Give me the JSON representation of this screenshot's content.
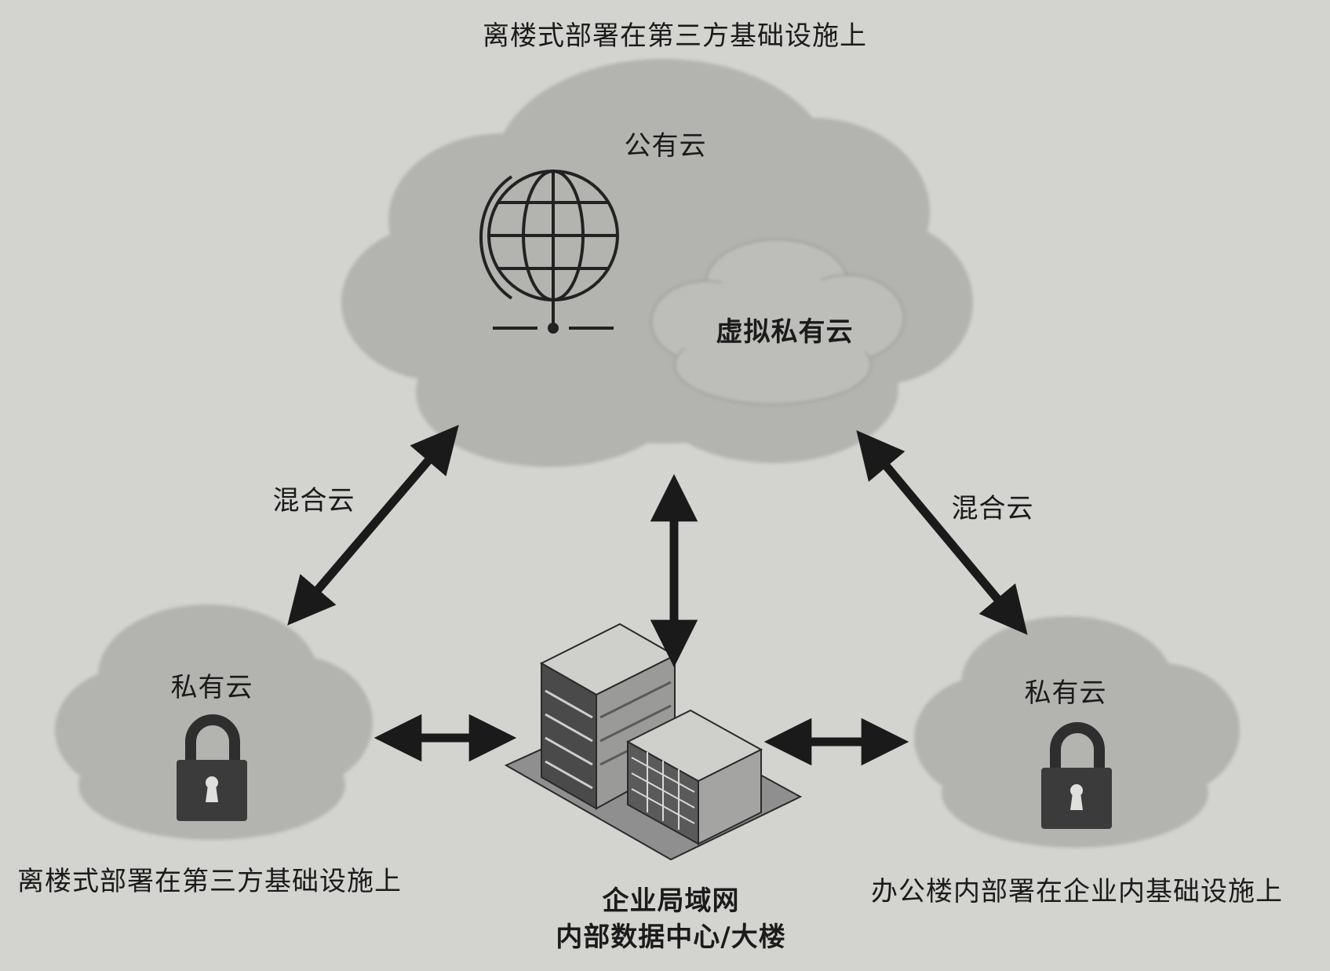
{
  "top_caption": "离楼式部署在第三方基础设施上",
  "public_cloud": {
    "label": "公有云",
    "icon": "globe-icon",
    "vpc_label": "虚拟私有云"
  },
  "hybrid_left": "混合云",
  "hybrid_right": "混合云",
  "private_cloud_left": {
    "label": "私有云",
    "icon": "padlock-icon",
    "caption": "离楼式部署在第三方基础设施上"
  },
  "private_cloud_right": {
    "label": "私有云",
    "icon": "padlock-icon",
    "caption": "办公楼内部署在企业内基础设施上"
  },
  "datacenter": {
    "icon": "office-building-icon",
    "line1": "企业局域网",
    "line2": "内部数据中心/大楼"
  },
  "colors": {
    "background": "#d3d4d0",
    "cloud_fill": "#b3b3b0",
    "vpc_fill": "#bdbdba",
    "arrow": "#1a1a1a",
    "lock_body": "#3b3b3b",
    "building_dark": "#4a4a4a",
    "building_mid": "#8f8f8f",
    "building_light": "#cfcfcc"
  }
}
